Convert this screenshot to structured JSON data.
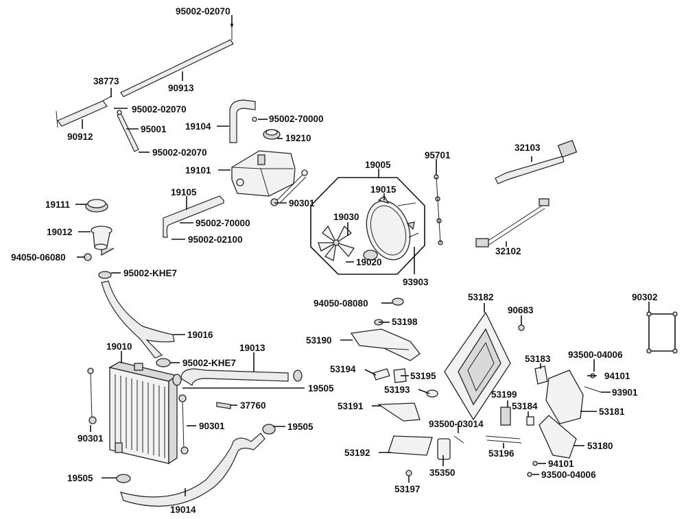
{
  "labels": {
    "l_95002_02070_top": "95002-02070",
    "l_90913": "90913",
    "l_38773": "38773",
    "l_95002_02070_mid": "95002-02070",
    "l_95001": "95001",
    "l_95002_02070_low": "95002-02070",
    "l_90912": "90912",
    "l_19104": "19104",
    "l_95002_70000_top": "95002-70000",
    "l_19210": "19210",
    "l_19101": "19101",
    "l_19105": "19105",
    "l_95002_70000_low": "95002-70000",
    "l_95002_02100": "95002-02100",
    "l_90301_tank": "90301",
    "l_19111": "19111",
    "l_19012": "19012",
    "l_94050_06080": "94050-06080",
    "l_95002_khe7_top": "95002-KHE7",
    "l_19016": "19016",
    "l_19010": "19010",
    "l_95002_khe7_mid": "95002-KHE7",
    "l_19013": "19013",
    "l_19505_right": "19505",
    "l_37760": "37760",
    "l_90301_left": "90301",
    "l_90301_right": "90301",
    "l_19505_mid": "19505",
    "l_19505_low": "19505",
    "l_19014": "19014",
    "l_19005": "19005",
    "l_19015": "19015",
    "l_19030": "19030",
    "l_19020": "19020",
    "l_93903": "93903",
    "l_95701": "95701",
    "l_32103": "32103",
    "l_32102": "32102",
    "l_94050_08080": "94050-08080",
    "l_53198": "53198",
    "l_53190": "53190",
    "l_53194": "53194",
    "l_53195": "53195",
    "l_53193": "53193",
    "l_53191": "53191",
    "l_53192": "53192",
    "l_53197": "53197",
    "l_35350": "35350",
    "l_93500_03014": "93500-03014",
    "l_53182": "53182",
    "l_90683": "90683",
    "l_53199": "53199",
    "l_53184": "53184",
    "l_53196": "53196",
    "l_53183": "53183",
    "l_93500_04006_top": "93500-04006",
    "l_94101_top": "94101",
    "l_93901": "93901",
    "l_53181": "53181",
    "l_53180": "53180",
    "l_94101_low": "94101",
    "l_93500_04006_low": "93500-04006",
    "l_90302": "90302"
  }
}
